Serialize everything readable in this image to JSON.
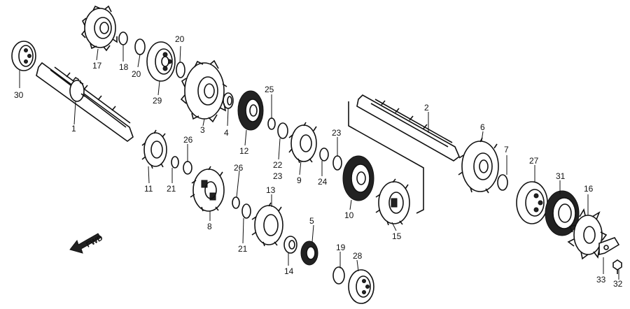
{
  "fwd_label": "FWD",
  "labels": {
    "l1": "1",
    "l2": "2",
    "l3": "3",
    "l4": "4",
    "l5": "5",
    "l6": "6",
    "l7": "7",
    "l8": "8",
    "l9": "9",
    "l10": "10",
    "l11": "11",
    "l12": "12",
    "l13": "13",
    "l14": "14",
    "l15": "15",
    "l16": "16",
    "l17": "17",
    "l18": "18",
    "l19": "19",
    "l20a": "20",
    "l20b": "20",
    "l21a": "21",
    "l21b": "21",
    "l22": "22",
    "l23a": "23",
    "l23b": "23",
    "l24": "24",
    "l25": "25",
    "l26a": "26",
    "l26b": "26",
    "l27": "27",
    "l28": "28",
    "l29": "29",
    "l30": "30",
    "l31": "31",
    "l32": "32",
    "l33": "33"
  }
}
